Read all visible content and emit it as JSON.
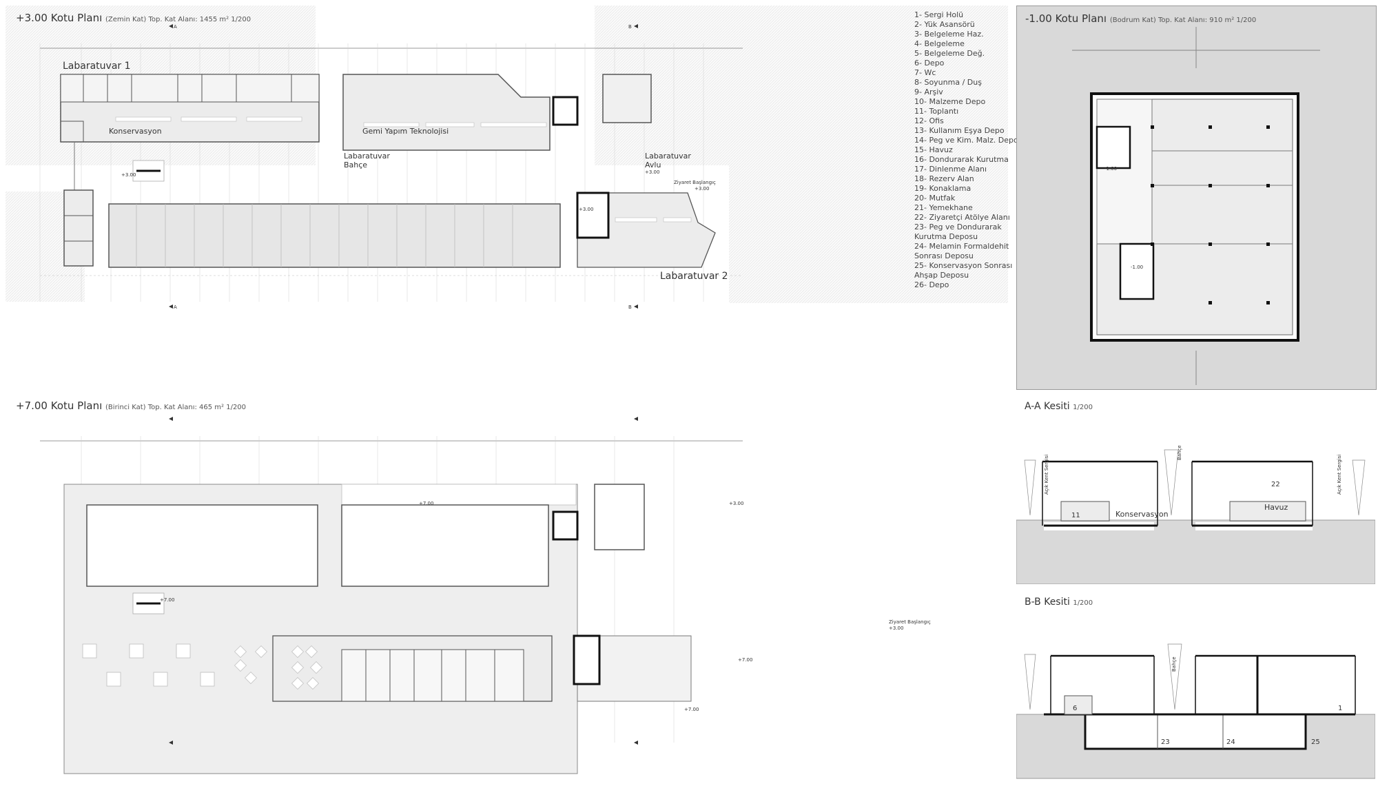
{
  "plans": {
    "ground": {
      "title": "+3.00 Kotu Planı",
      "subtitle": "(Zemin Kat)  Top. Kat Alanı: 1455 m² 1/200"
    },
    "basement": {
      "title": "-1.00 Kotu Planı",
      "subtitle": "(Bodrum Kat)  Top. Kat Alanı: 910 m² 1/200"
    },
    "first": {
      "title": "+7.00 Kotu Planı",
      "subtitle": "(Birinci Kat)  Top. Kat Alanı: 465 m² 1/200"
    },
    "section_aa": {
      "title": "A-A Kesiti",
      "scale": "1/200"
    },
    "section_bb": {
      "title": "B-B Kesiti",
      "scale": "1/200"
    }
  },
  "grid": {
    "dim": "400"
  },
  "ground_labels": {
    "lab1": "Labaratuvar 1",
    "lab2": "Labaratuvar 2",
    "konservasyon": "Konservasyon",
    "gemi": "Gemi Yapım Teknolojisi",
    "bahce_1": "Labaratuvar",
    "bahce_2": "Bahçe",
    "avlu_1": "Labaratuvar",
    "avlu_2": "Avlu",
    "avlu_level": "+3.00",
    "ziyaret": "Ziyaret Başlangıç",
    "ziyaret_level": "+3.00",
    "stair_level": "+3.00",
    "core_level": "+3.00"
  },
  "first_labels": {
    "level_a": "+7.00",
    "level_b": "+3.00",
    "stair_level": "+7.00",
    "core_level": "+7.00",
    "bottom_level": "+7.00",
    "ziyaret": "Ziyaret Başlangıç",
    "ziyaret_level": "+3.00"
  },
  "basement_labels": {
    "level": "-1.00"
  },
  "section_labels": {
    "acik_kent_sergisi": "Açık Kent Sergisi",
    "bahce": "Bahçe",
    "konservasyon": "Konservasyon",
    "havuz": "Havuz",
    "room_11": "11",
    "room_22": "22",
    "room_6": "6",
    "room_1": "1",
    "room_23": "23",
    "room_24": "24",
    "room_25": "25"
  },
  "legend": [
    "1-  Sergi Holü",
    "2-  Yük Asansörü",
    "3-  Belgeleme Haz.",
    "4-  Belgeleme",
    "5-  Belgeleme Değ.",
    "6-  Depo",
    "7-  Wc",
    "8-  Soyunma / Duş",
    "9-  Arşiv",
    "10- Malzeme Depo",
    "11- Toplantı",
    "12- Ofis",
    "13- Kullanım Eşya Depo",
    "14- Peg ve Kim. Malz. Depo",
    "15- Havuz",
    "16- Dondurarak Kurutma",
    "17- Dinlenme Alanı",
    "18- Rezerv Alan",
    "19- Konaklama",
    "20- Mutfak",
    "21- Yemekhane",
    "22- Ziyaretçi Atölye Alanı",
    "23- Peg ve Dondurarak",
    "Kurutma Deposu",
    "24- Melamin Formaldehit",
    "Sonrası Deposu",
    "25- Konservasyon Sonrası",
    "Ahşap Deposu",
    "26- Depo"
  ],
  "section_markers": {
    "a": "A",
    "b": "B"
  }
}
